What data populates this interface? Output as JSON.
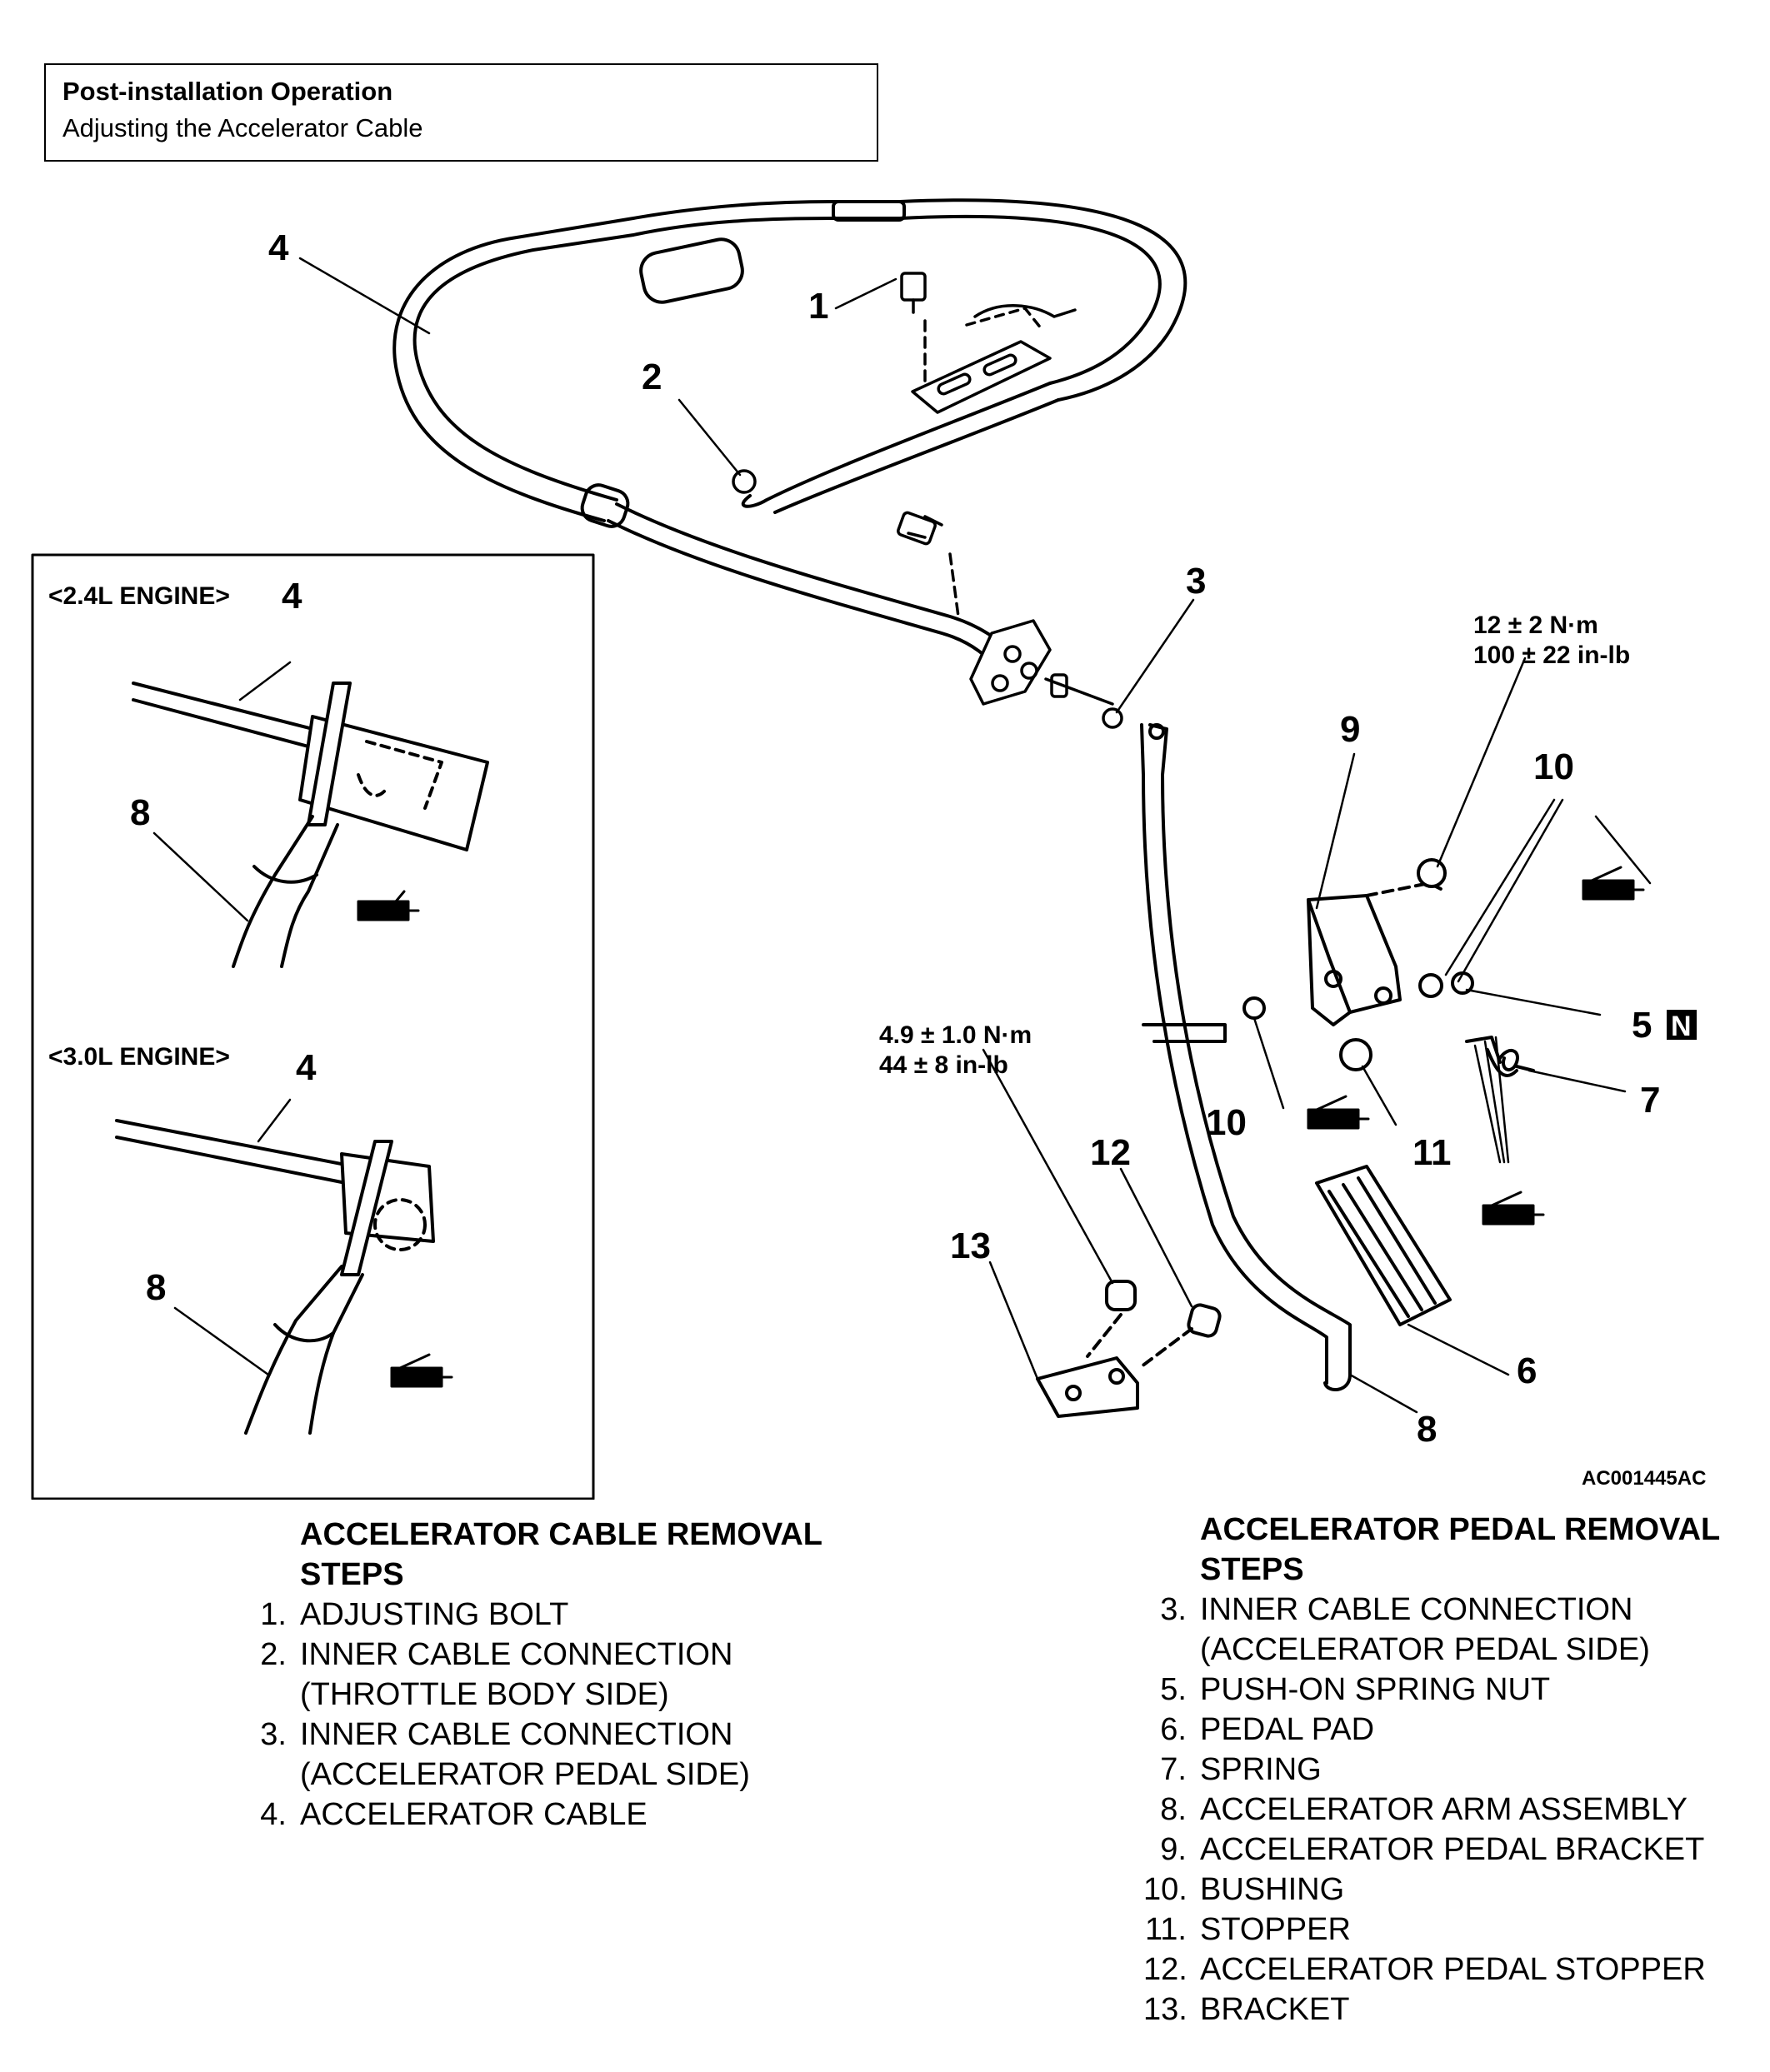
{
  "header": {
    "title": "Post-installation Operation",
    "subtitle": "Adjusting the Accelerator Cable"
  },
  "inset": {
    "engine_24": "<2.4L ENGINE>",
    "engine_30": "<3.0L ENGINE>"
  },
  "callouts": {
    "c1": "1",
    "c2": "2",
    "c3": "3",
    "c4": "4",
    "c5": "5",
    "c6": "6",
    "c7": "7",
    "c8": "8",
    "c9": "9",
    "c10": "10",
    "c11": "11",
    "c12": "12",
    "c13": "13",
    "n_mark": "N"
  },
  "torque": {
    "bracket_nm": "12 ± 2 N·m",
    "bracket_inlb": "100 ± 22 in-lb",
    "stopper_nm": "4.9 ± 1.0 N·m",
    "stopper_inlb": "44 ± 8 in-lb"
  },
  "figure_code": "AC001445AC",
  "cable_steps": {
    "heading_line1": "ACCELERATOR CABLE REMOVAL",
    "heading_line2": "STEPS",
    "items": [
      {
        "num": "1.",
        "lines": [
          "ADJUSTING BOLT"
        ]
      },
      {
        "num": "2.",
        "lines": [
          "INNER CABLE CONNECTION",
          "(THROTTLE BODY SIDE)"
        ]
      },
      {
        "num": "3.",
        "lines": [
          "INNER CABLE CONNECTION",
          "(ACCELERATOR PEDAL SIDE)"
        ]
      },
      {
        "num": "4.",
        "lines": [
          "ACCELERATOR CABLE"
        ]
      }
    ]
  },
  "pedal_steps": {
    "heading_line1": "ACCELERATOR PEDAL REMOVAL",
    "heading_line2": "STEPS",
    "items": [
      {
        "num": "3.",
        "lines": [
          "INNER CABLE CONNECTION",
          "(ACCELERATOR PEDAL SIDE)"
        ]
      },
      {
        "num": "5.",
        "lines": [
          "PUSH-ON SPRING NUT"
        ]
      },
      {
        "num": "6.",
        "lines": [
          "PEDAL PAD"
        ]
      },
      {
        "num": "7.",
        "lines": [
          "SPRING"
        ]
      },
      {
        "num": "8.",
        "lines": [
          "ACCELERATOR ARM ASSEMBLY"
        ]
      },
      {
        "num": "9.",
        "lines": [
          "ACCELERATOR PEDAL BRACKET"
        ]
      },
      {
        "num": "10.",
        "lines": [
          "BUSHING"
        ]
      },
      {
        "num": "11.",
        "lines": [
          "STOPPER"
        ]
      },
      {
        "num": "12.",
        "lines": [
          "ACCELERATOR PEDAL STOPPER"
        ]
      },
      {
        "num": "13.",
        "lines": [
          "BRACKET"
        ]
      }
    ]
  }
}
